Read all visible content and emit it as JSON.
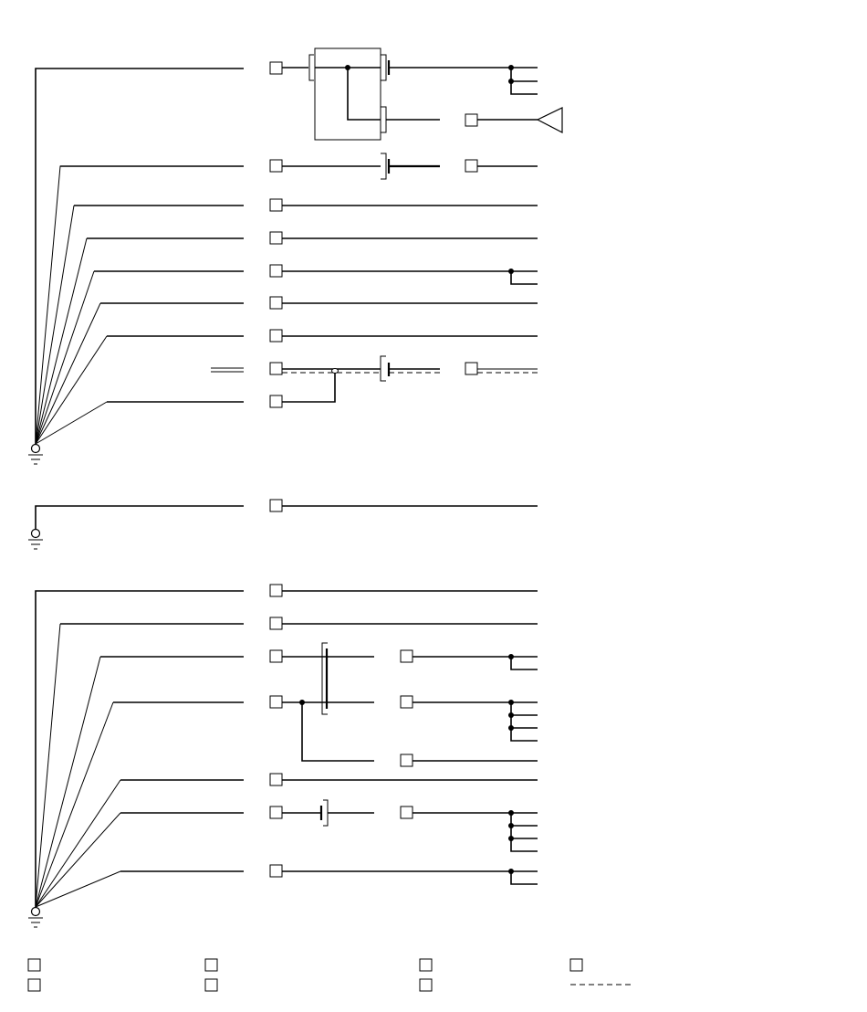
{
  "diagram": {
    "type": "wiring-schematic",
    "colors": {
      "line": "#000000",
      "background": "#ffffff"
    },
    "groups": [
      {
        "id": "group-1",
        "grounded": true,
        "circuits": 8
      },
      {
        "id": "group-2",
        "grounded": true,
        "circuits": 1
      },
      {
        "id": "group-3",
        "grounded": true,
        "circuits": 7
      }
    ],
    "legend": {
      "entries": 7,
      "dashed_line_entry": true
    }
  }
}
